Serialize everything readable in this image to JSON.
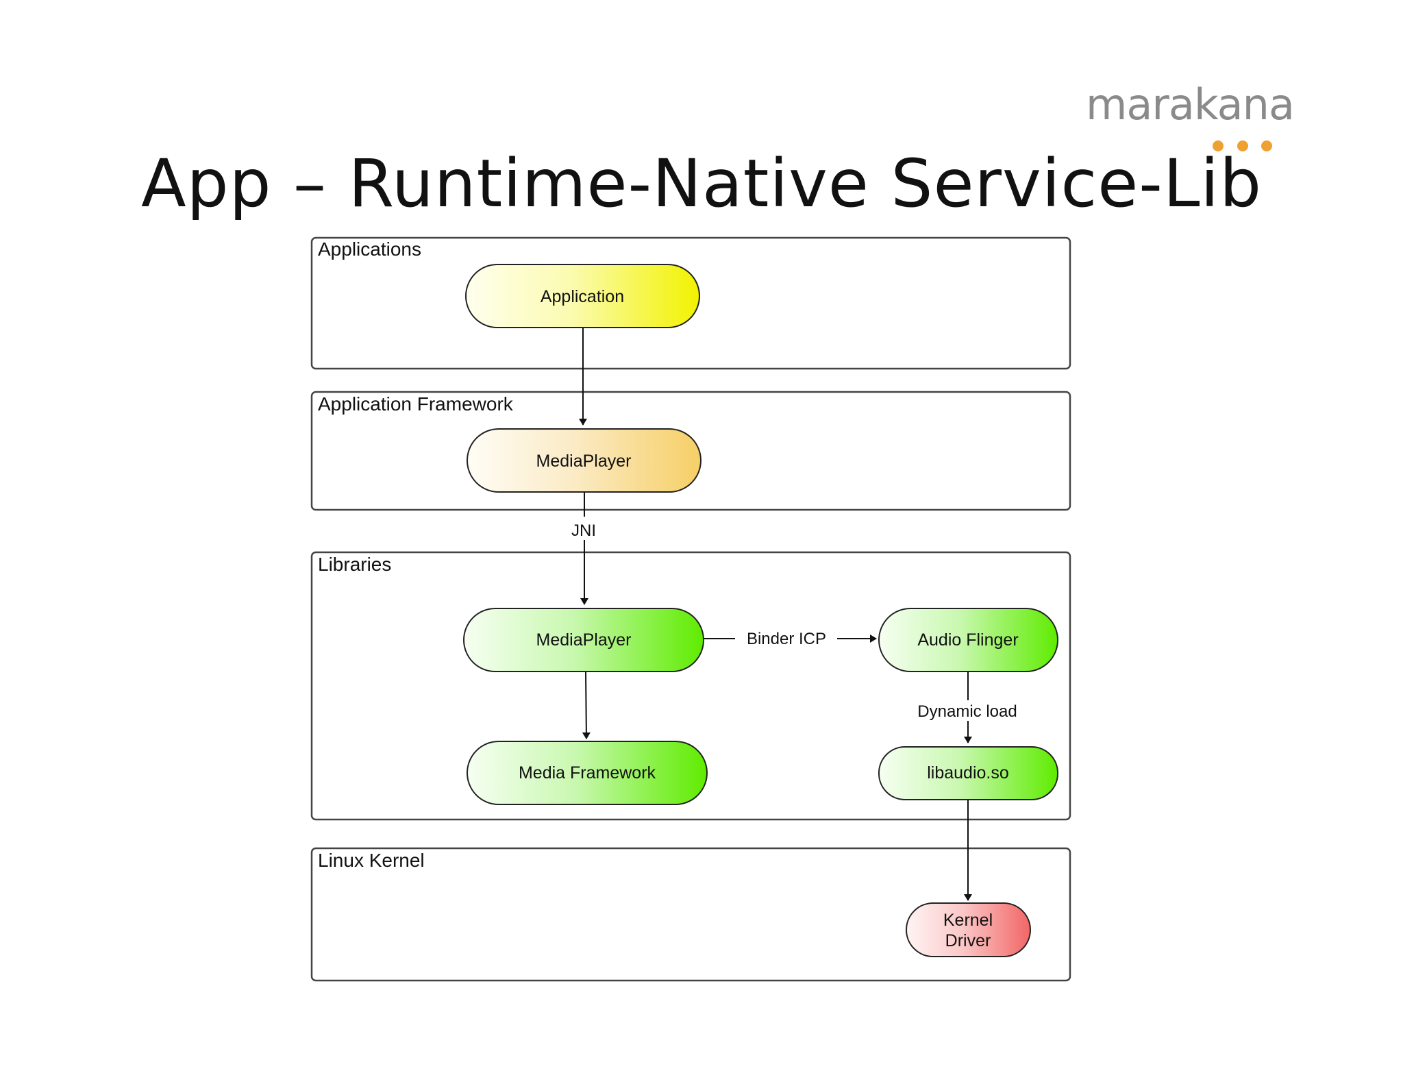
{
  "logo": {
    "text": "marakana",
    "dot_color": "#f0a030"
  },
  "title": "App – Runtime-Native Service-Lib",
  "diagram": {
    "layers": [
      {
        "id": "applications",
        "title": "Applications"
      },
      {
        "id": "framework",
        "title": "Application Framework"
      },
      {
        "id": "libraries",
        "title": "Libraries"
      },
      {
        "id": "kernel",
        "title": "Linux Kernel"
      }
    ],
    "nodes": [
      {
        "id": "application",
        "label": "Application",
        "color": "#f2f200"
      },
      {
        "id": "mediaplayer_fw",
        "label": "MediaPlayer",
        "color": "#f6d270"
      },
      {
        "id": "mediaplayer_lib",
        "label": "MediaPlayer",
        "color": "#66ee00"
      },
      {
        "id": "media_framework",
        "label": "Media Framework",
        "color": "#66ee00"
      },
      {
        "id": "audio_flinger",
        "label": "Audio Flinger",
        "color": "#66ee00"
      },
      {
        "id": "libaudio",
        "label": "libaudio.so",
        "color": "#66ee00"
      },
      {
        "id": "kernel_driver",
        "label": "Kernel Driver",
        "lines": [
          "Kernel",
          "Driver"
        ],
        "color": "#f26a6a"
      }
    ],
    "edges": [
      {
        "from": "application",
        "to": "mediaplayer_fw",
        "label": ""
      },
      {
        "from": "mediaplayer_fw",
        "to": "mediaplayer_lib",
        "label": "JNI"
      },
      {
        "from": "mediaplayer_lib",
        "to": "audio_flinger",
        "label": "Binder ICP"
      },
      {
        "from": "mediaplayer_lib",
        "to": "media_framework",
        "label": ""
      },
      {
        "from": "audio_flinger",
        "to": "libaudio",
        "label": "Dynamic load"
      },
      {
        "from": "libaudio",
        "to": "kernel_driver",
        "label": ""
      }
    ]
  }
}
